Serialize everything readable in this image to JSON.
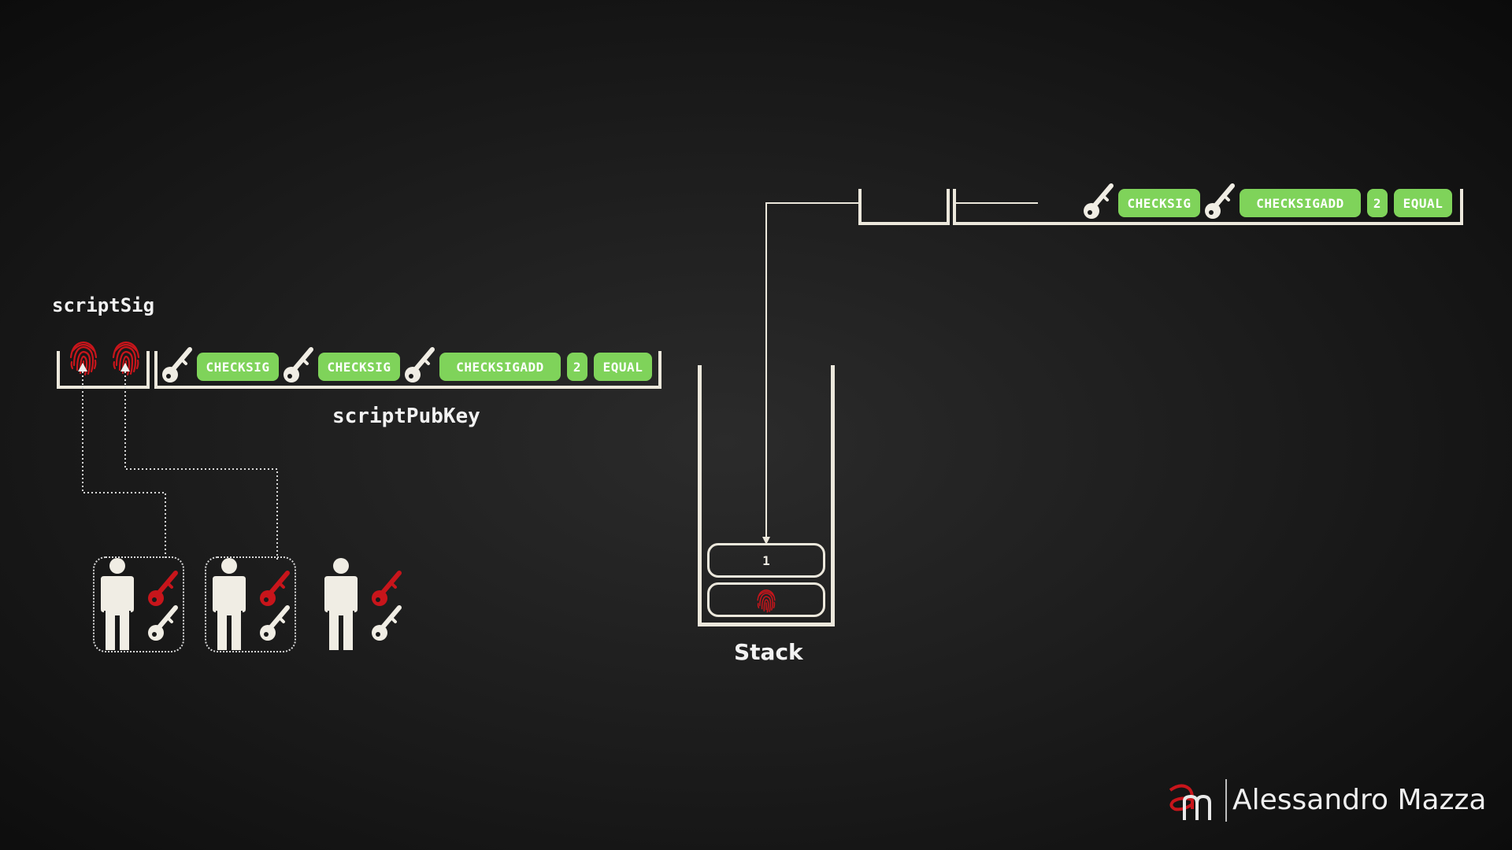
{
  "scriptsig_label": "scriptSig",
  "scriptpubkey_label": "scriptPubKey",
  "stack_label": "Stack",
  "script_ops": {
    "checksig_1": "CHECKSIG",
    "checksig_2": "CHECKSIG",
    "checksigadd": "CHECKSIGADD",
    "num_2": "2",
    "equal": "EQUAL"
  },
  "remaining_ops": {
    "checksig": "CHECKSIG",
    "checksigadd": "CHECKSIGADD",
    "num_2": "2",
    "equal": "EQUAL"
  },
  "stack_items": {
    "top": "1"
  },
  "brand": {
    "name": "Alessandro Mazza",
    "logo_letters": "am"
  },
  "colors": {
    "background": "#141414",
    "opcode_green": "#7fd35a",
    "signature_red": "#c8151b",
    "line_cream": "#ece8dc"
  }
}
